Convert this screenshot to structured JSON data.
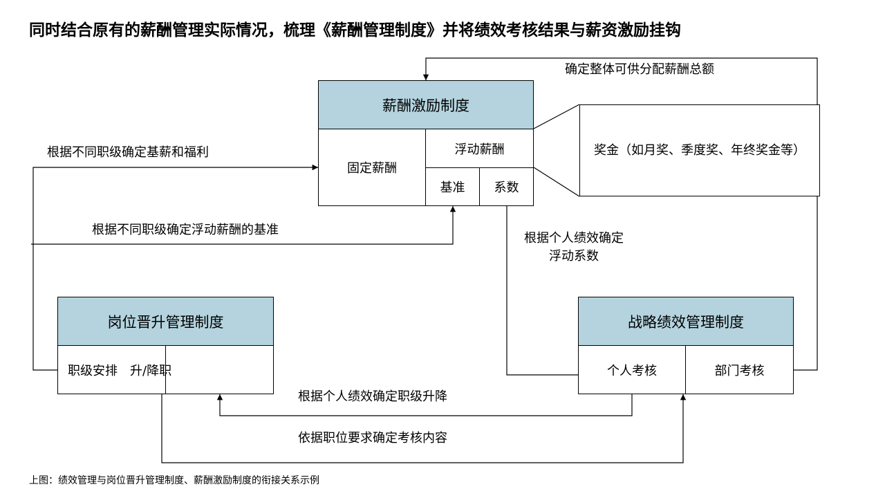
{
  "title": "同时结合原有的薪酬管理实际情况，梳理《薪酬管理制度》并将绩效考核结果与薪资激励挂钩",
  "salary_box": {
    "header": "薪酬激励制度",
    "fixed": "固定薪酬",
    "floating": "浮动薪酬",
    "base": "基准",
    "coefficient": "系数"
  },
  "bonus_callout": "奖金（如月奖、季度奖、年终奖金等）",
  "promotion_box": {
    "header": "岗位晋升管理制度",
    "cell_left": "职级安排　升/降职"
  },
  "performance_box": {
    "header": "战略绩效管理制度",
    "personal": "个人考核",
    "department": "部门考核"
  },
  "labels": {
    "total_amount": "确定整体可供分配薪酬总额",
    "base_salary": "根据不同职级确定基薪和福利",
    "float_base": "根据不同职级确定浮动薪酬的基准",
    "float_coef_line1": "根据个人绩效确定",
    "float_coef_line2": "浮动系数",
    "grade_change": "根据个人绩效确定职级升降",
    "assess_content": "依据职位要求确定考核内容"
  },
  "caption": "上图：绩效管理与岗位晋升管理制度、薪酬激励制度的衔接关系示例",
  "colors": {
    "header_fill": "#b4d3de",
    "line": "#000000"
  }
}
